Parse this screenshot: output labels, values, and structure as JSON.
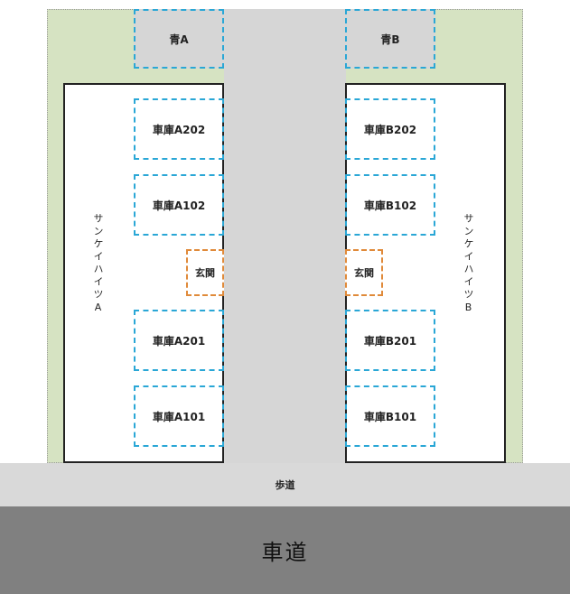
{
  "site": {
    "spaces": {
      "a_top": "青A",
      "b_top": "青B",
      "a202": "車庫A202",
      "a102": "車庫A102",
      "a201": "車庫A201",
      "a101": "車庫A101",
      "b202": "車庫B202",
      "b102": "車庫B102",
      "b201": "車庫B201",
      "b101": "車庫B101"
    },
    "entrance_label": "玄関",
    "building_a_name": "サンケイハイツA",
    "building_b_name": "サンケイハイツB",
    "sidewalk_label": "歩道",
    "road_label": "車道"
  },
  "colors": {
    "lot": "#d6e3c2",
    "driveway": "#d6d6d6",
    "space_border": "#2aa7d6",
    "entrance_border": "#e08a3a",
    "sidewalk": "#d9d9d9",
    "road": "#808080"
  }
}
